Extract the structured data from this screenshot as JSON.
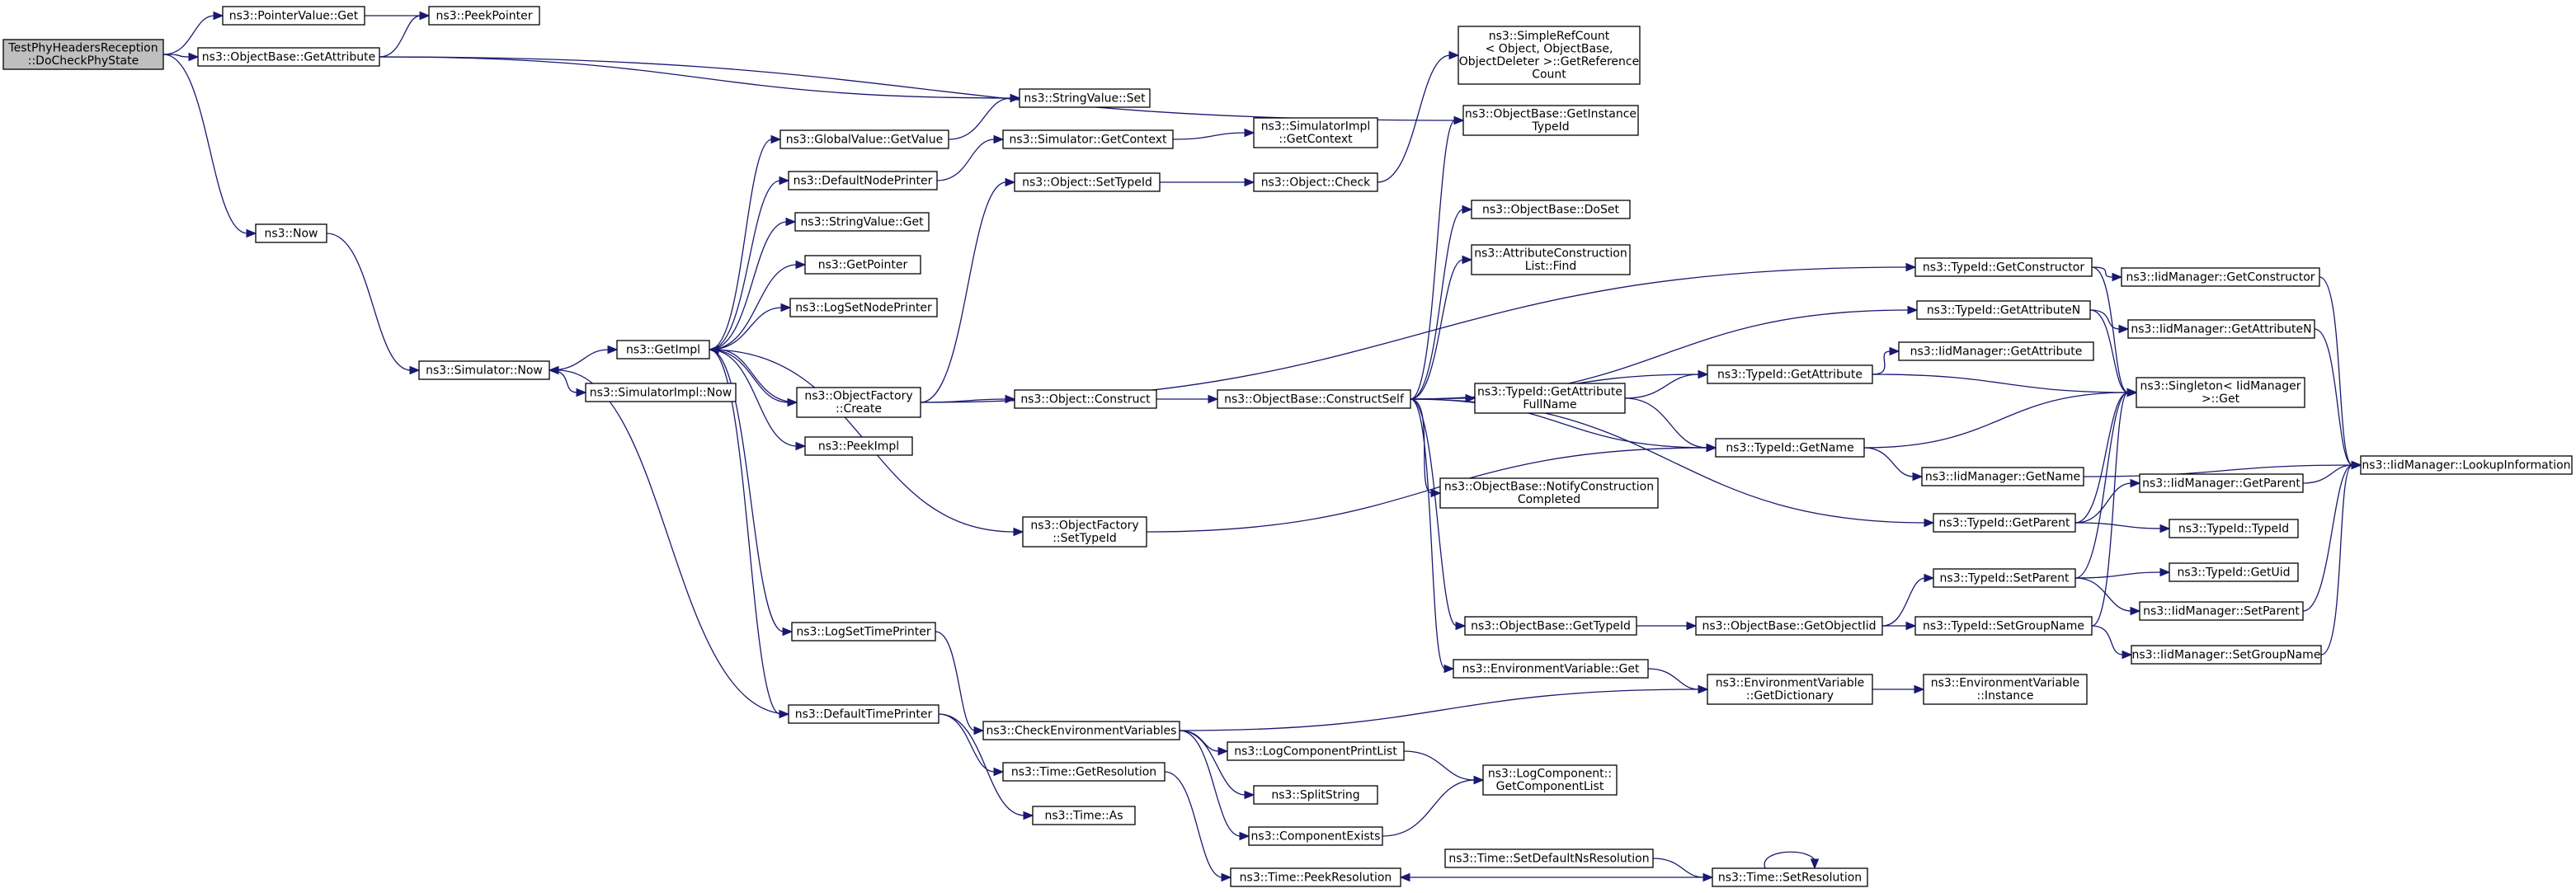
{
  "nodes": [
    {
      "id": "root",
      "lines": [
        "TestPhyHeadersReception",
        "::DoCheckPhyState"
      ],
      "root": true
    },
    {
      "id": "pv_get",
      "lines": [
        "ns3::PointerValue::Get"
      ]
    },
    {
      "id": "peekptr",
      "lines": [
        "ns3::PeekPointer"
      ]
    },
    {
      "id": "ob_getattr",
      "lines": [
        "ns3::ObjectBase::GetAttribute"
      ]
    },
    {
      "id": "now",
      "lines": [
        "ns3::Now"
      ]
    },
    {
      "id": "sim_now",
      "lines": [
        "ns3::Simulator::Now"
      ]
    },
    {
      "id": "simimpl_now",
      "lines": [
        "ns3::SimulatorImpl::Now"
      ]
    },
    {
      "id": "getimpl",
      "lines": [
        "ns3::GetImpl"
      ]
    },
    {
      "id": "gv_getvalue",
      "lines": [
        "ns3::GlobalValue::GetValue"
      ]
    },
    {
      "id": "defnodeprinter",
      "lines": [
        "ns3::DefaultNodePrinter"
      ]
    },
    {
      "id": "sv_get",
      "lines": [
        "ns3::StringValue::Get"
      ]
    },
    {
      "id": "getpointer",
      "lines": [
        "ns3::GetPointer"
      ]
    },
    {
      "id": "logsetnodeprinter",
      "lines": [
        "ns3::LogSetNodePrinter"
      ]
    },
    {
      "id": "of_create",
      "lines": [
        "ns3::ObjectFactory",
        "::Create"
      ]
    },
    {
      "id": "peekimpl",
      "lines": [
        "ns3::PeekImpl"
      ]
    },
    {
      "id": "logsettimeprinter",
      "lines": [
        "ns3::LogSetTimePrinter"
      ]
    },
    {
      "id": "deftimeprinter",
      "lines": [
        "ns3::DefaultTimePrinter"
      ]
    },
    {
      "id": "sv_set",
      "lines": [
        "ns3::StringValue::Set"
      ]
    },
    {
      "id": "sim_getcontext",
      "lines": [
        "ns3::Simulator::GetContext"
      ]
    },
    {
      "id": "obj_settypeid",
      "lines": [
        "ns3::Object::SetTypeId"
      ]
    },
    {
      "id": "obj_construct",
      "lines": [
        "ns3::Object::Construct"
      ]
    },
    {
      "id": "of_settypeid",
      "lines": [
        "ns3::ObjectFactory",
        "::SetTypeId"
      ]
    },
    {
      "id": "checkenv",
      "lines": [
        "ns3::CheckEnvironmentVariables"
      ]
    },
    {
      "id": "time_getres",
      "lines": [
        "ns3::Time::GetResolution"
      ]
    },
    {
      "id": "time_as",
      "lines": [
        "ns3::Time::As"
      ]
    },
    {
      "id": "simimpl_getcontext",
      "lines": [
        "ns3::SimulatorImpl",
        "::GetContext"
      ]
    },
    {
      "id": "obj_check",
      "lines": [
        "ns3::Object::Check"
      ]
    },
    {
      "id": "ob_constructself",
      "lines": [
        "ns3::ObjectBase::ConstructSelf"
      ]
    },
    {
      "id": "logcompprintlist",
      "lines": [
        "ns3::LogComponentPrintList"
      ]
    },
    {
      "id": "splitstring",
      "lines": [
        "ns3::SplitString"
      ]
    },
    {
      "id": "compexists",
      "lines": [
        "ns3::ComponentExists"
      ]
    },
    {
      "id": "time_peekres",
      "lines": [
        "ns3::Time::PeekResolution"
      ]
    },
    {
      "id": "simplerefcount",
      "lines": [
        "ns3::SimpleRefCount",
        "< Object, ObjectBase,",
        " ObjectDeleter >::GetReference",
        "Count"
      ]
    },
    {
      "id": "ob_getinstancetypeid",
      "lines": [
        "ns3::ObjectBase::GetInstance",
        "TypeId"
      ]
    },
    {
      "id": "ob_doset",
      "lines": [
        "ns3::ObjectBase::DoSet"
      ]
    },
    {
      "id": "acl_find",
      "lines": [
        "ns3::AttributeConstruction",
        "List::Find"
      ]
    },
    {
      "id": "tid_getattrfullname",
      "lines": [
        "ns3::TypeId::GetAttribute",
        "FullName"
      ]
    },
    {
      "id": "ob_notifyconstruction",
      "lines": [
        "ns3::ObjectBase::NotifyConstruction",
        "Completed"
      ]
    },
    {
      "id": "ob_gettypeid",
      "lines": [
        "ns3::ObjectBase::GetTypeId"
      ]
    },
    {
      "id": "envvar_get",
      "lines": [
        "ns3::EnvironmentVariable::Get"
      ]
    },
    {
      "id": "logcomp_getlist",
      "lines": [
        "ns3::LogComponent::",
        "GetComponentList"
      ]
    },
    {
      "id": "time_setdefaultns",
      "lines": [
        "ns3::Time::SetDefaultNsResolution"
      ]
    },
    {
      "id": "tid_getconstructor",
      "lines": [
        "ns3::TypeId::GetConstructor"
      ]
    },
    {
      "id": "tid_getattributen",
      "lines": [
        "ns3::TypeId::GetAttributeN"
      ]
    },
    {
      "id": "tid_getattribute",
      "lines": [
        "ns3::TypeId::GetAttribute"
      ]
    },
    {
      "id": "tid_getname",
      "lines": [
        "ns3::TypeId::GetName"
      ]
    },
    {
      "id": "tid_getparent",
      "lines": [
        "ns3::TypeId::GetParent"
      ]
    },
    {
      "id": "ob_getobjectiid",
      "lines": [
        "ns3::ObjectBase::GetObjectIid"
      ]
    },
    {
      "id": "tid_setparent",
      "lines": [
        "ns3::TypeId::SetParent"
      ]
    },
    {
      "id": "tid_setgroupname",
      "lines": [
        "ns3::TypeId::SetGroupName"
      ]
    },
    {
      "id": "envvar_getdict",
      "lines": [
        "ns3::EnvironmentVariable",
        "::GetDictionary"
      ]
    },
    {
      "id": "envvar_instance",
      "lines": [
        "ns3::EnvironmentVariable",
        "::Instance"
      ]
    },
    {
      "id": "time_setresolution",
      "lines": [
        "ns3::Time::SetResolution"
      ]
    },
    {
      "id": "iid_getconstructor",
      "lines": [
        "ns3::IidManager::GetConstructor"
      ]
    },
    {
      "id": "iid_getattributen",
      "lines": [
        "ns3::IidManager::GetAttributeN"
      ]
    },
    {
      "id": "iid_getattribute",
      "lines": [
        "ns3::IidManager::GetAttribute"
      ]
    },
    {
      "id": "singleton_get",
      "lines": [
        "ns3::Singleton< IidManager",
        " >::Get"
      ]
    },
    {
      "id": "iid_getname",
      "lines": [
        "ns3::IidManager::GetName"
      ]
    },
    {
      "id": "iid_getparent",
      "lines": [
        "ns3::IidManager::GetParent"
      ]
    },
    {
      "id": "tid_typeid",
      "lines": [
        "ns3::TypeId::TypeId"
      ]
    },
    {
      "id": "tid_getuid",
      "lines": [
        "ns3::TypeId::GetUid"
      ]
    },
    {
      "id": "iid_setparent",
      "lines": [
        "ns3::IidManager::SetParent"
      ]
    },
    {
      "id": "iid_setgroupname",
      "lines": [
        "ns3::IidManager::SetGroupName"
      ]
    },
    {
      "id": "iid_lookup",
      "lines": [
        "ns3::IidManager::LookupInformation"
      ]
    }
  ],
  "edges": [
    [
      "root",
      "pv_get"
    ],
    [
      "root",
      "ob_getattr"
    ],
    [
      "root",
      "now"
    ],
    [
      "pv_get",
      "peekptr"
    ],
    [
      "ob_getattr",
      "peekptr"
    ],
    [
      "ob_getattr",
      "sv_set"
    ],
    [
      "ob_getattr",
      "ob_getinstancetypeid"
    ],
    [
      "now",
      "sim_now"
    ],
    [
      "sim_now",
      "getimpl"
    ],
    [
      "sim_now",
      "simimpl_now"
    ],
    [
      "getimpl",
      "gv_getvalue"
    ],
    [
      "getimpl",
      "defnodeprinter"
    ],
    [
      "getimpl",
      "sv_get"
    ],
    [
      "getimpl",
      "getpointer"
    ],
    [
      "getimpl",
      "logsetnodeprinter"
    ],
    [
      "getimpl",
      "of_create"
    ],
    [
      "getimpl",
      "peekimpl"
    ],
    [
      "getimpl",
      "of_settypeid"
    ],
    [
      "getimpl",
      "logsettimeprinter"
    ],
    [
      "getimpl",
      "deftimeprinter"
    ],
    [
      "gv_getvalue",
      "sv_set"
    ],
    [
      "defnodeprinter",
      "sim_getcontext"
    ],
    [
      "of_create",
      "getimpl"
    ],
    [
      "of_create",
      "obj_settypeid"
    ],
    [
      "of_create",
      "obj_construct"
    ],
    [
      "of_create",
      "tid_getconstructor"
    ],
    [
      "logsettimeprinter",
      "checkenv"
    ],
    [
      "deftimeprinter",
      "sim_now"
    ],
    [
      "deftimeprinter",
      "time_getres"
    ],
    [
      "deftimeprinter",
      "time_as"
    ],
    [
      "sim_getcontext",
      "simimpl_getcontext"
    ],
    [
      "obj_settypeid",
      "obj_check"
    ],
    [
      "obj_check",
      "simplerefcount"
    ],
    [
      "obj_construct",
      "ob_constructself"
    ],
    [
      "of_settypeid",
      "tid_getname"
    ],
    [
      "checkenv",
      "envvar_getdict"
    ],
    [
      "checkenv",
      "logcompprintlist"
    ],
    [
      "checkenv",
      "splitstring"
    ],
    [
      "checkenv",
      "compexists"
    ],
    [
      "time_getres",
      "time_peekres"
    ],
    [
      "ob_constructself",
      "ob_getinstancetypeid"
    ],
    [
      "ob_constructself",
      "ob_doset"
    ],
    [
      "ob_constructself",
      "acl_find"
    ],
    [
      "ob_constructself",
      "tid_getattributen"
    ],
    [
      "ob_constructself",
      "tid_getattribute"
    ],
    [
      "ob_constructself",
      "tid_getattrfullname"
    ],
    [
      "ob_constructself",
      "tid_getname"
    ],
    [
      "ob_constructself",
      "ob_notifyconstruction"
    ],
    [
      "ob_constructself",
      "tid_getparent"
    ],
    [
      "ob_constructself",
      "ob_gettypeid"
    ],
    [
      "ob_constructself",
      "envvar_get"
    ],
    [
      "logcompprintlist",
      "logcomp_getlist"
    ],
    [
      "compexists",
      "logcomp_getlist"
    ],
    [
      "time_setdefaultns",
      "time_setresolution"
    ],
    [
      "time_setresolution",
      "time_setresolution"
    ],
    [
      "time_setresolution",
      "time_peekres"
    ],
    [
      "tid_getattrfullname",
      "tid_getattribute"
    ],
    [
      "tid_getattrfullname",
      "tid_getname"
    ],
    [
      "tid_getconstructor",
      "iid_getconstructor"
    ],
    [
      "tid_getconstructor",
      "singleton_get"
    ],
    [
      "tid_getattributen",
      "iid_getattributen"
    ],
    [
      "tid_getattributen",
      "singleton_get"
    ],
    [
      "tid_getattribute",
      "iid_getattribute"
    ],
    [
      "tid_getattribute",
      "singleton_get"
    ],
    [
      "tid_getname",
      "singleton_get"
    ],
    [
      "tid_getname",
      "iid_getname"
    ],
    [
      "tid_getparent",
      "singleton_get"
    ],
    [
      "tid_getparent",
      "iid_getparent"
    ],
    [
      "tid_getparent",
      "tid_typeid"
    ],
    [
      "ob_gettypeid",
      "ob_getobjectiid"
    ],
    [
      "ob_getobjectiid",
      "tid_setparent"
    ],
    [
      "ob_getobjectiid",
      "tid_setgroupname"
    ],
    [
      "tid_setparent",
      "singleton_get"
    ],
    [
      "tid_setparent",
      "tid_getuid"
    ],
    [
      "tid_setparent",
      "iid_setparent"
    ],
    [
      "tid_setgroupname",
      "singleton_get"
    ],
    [
      "tid_setgroupname",
      "iid_setgroupname"
    ],
    [
      "envvar_get",
      "envvar_getdict"
    ],
    [
      "envvar_getdict",
      "envvar_instance"
    ],
    [
      "iid_getconstructor",
      "iid_lookup"
    ],
    [
      "iid_getattributen",
      "iid_lookup"
    ],
    [
      "iid_getname",
      "iid_lookup"
    ],
    [
      "iid_getparent",
      "iid_lookup"
    ],
    [
      "iid_setparent",
      "iid_lookup"
    ],
    [
      "iid_setgroupname",
      "iid_lookup"
    ]
  ]
}
